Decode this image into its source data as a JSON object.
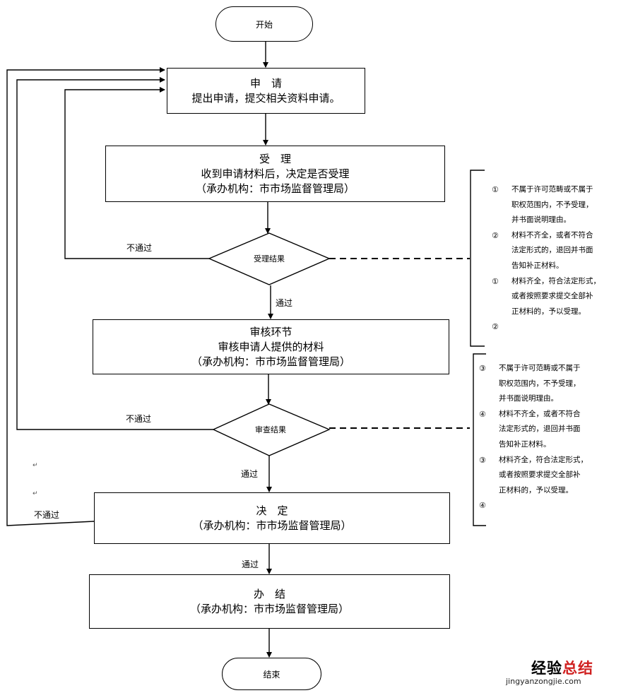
{
  "start": "开始",
  "end": "结束",
  "steps": [
    {
      "title": "申　请",
      "lines": [
        "提出申请，提交相关资料申请。"
      ]
    },
    {
      "title": "受　理",
      "lines": [
        "收到申请材料后，决定是否受理",
        "（承办机构：市市场监督管理局）"
      ]
    },
    {
      "title": "审核环节",
      "lines": [
        "审核申请人提供的材料",
        "（承办机构：市市场监督管理局）"
      ]
    },
    {
      "title": "决　定",
      "lines": [
        "（承办机构：市市场监督管理局）"
      ]
    },
    {
      "title": "办　结",
      "lines": [
        "（承办机构：市市场监督管理局）"
      ]
    }
  ],
  "decisions": {
    "acceptance": "受理结果",
    "review": "审查结果"
  },
  "edge_labels": {
    "fail": "不通过",
    "pass": "通过"
  },
  "notes": {
    "acceptance": [
      {
        "num": "①",
        "lines": [
          "不属于许可范畴或不属于",
          "职权范围内，不予受理，",
          "并书面说明理由。"
        ]
      },
      {
        "num": "②",
        "lines": [
          "材料不齐全，或者不符合",
          "法定形式的，退回并书面",
          "告知补正材料。"
        ]
      },
      {
        "num": "①",
        "lines": [
          "材料齐全，符合法定形式，",
          "或者按照要求提交全部补",
          "正材料的，予以受理。"
        ]
      },
      {
        "num": "②",
        "lines": [
          ""
        ]
      }
    ],
    "review": [
      {
        "num": "③",
        "lines": [
          "不属于许可范畴或不属于",
          "职权范围内，不予受理，",
          "并书面说明理由。"
        ]
      },
      {
        "num": "④",
        "lines": [
          "材料不齐全，或者不符合",
          "法定形式的，退回并书面",
          "告知补正材料。"
        ]
      },
      {
        "num": "③",
        "lines": [
          "材料齐全，符合法定形式，",
          "或者按照要求提交全部补",
          "正材料的，予以受理。"
        ]
      },
      {
        "num": "④",
        "lines": [
          ""
        ]
      }
    ]
  },
  "watermark": {
    "brand_plain": "经验",
    "brand_accent": "总结",
    "url": "jingyanzongjie.com"
  }
}
